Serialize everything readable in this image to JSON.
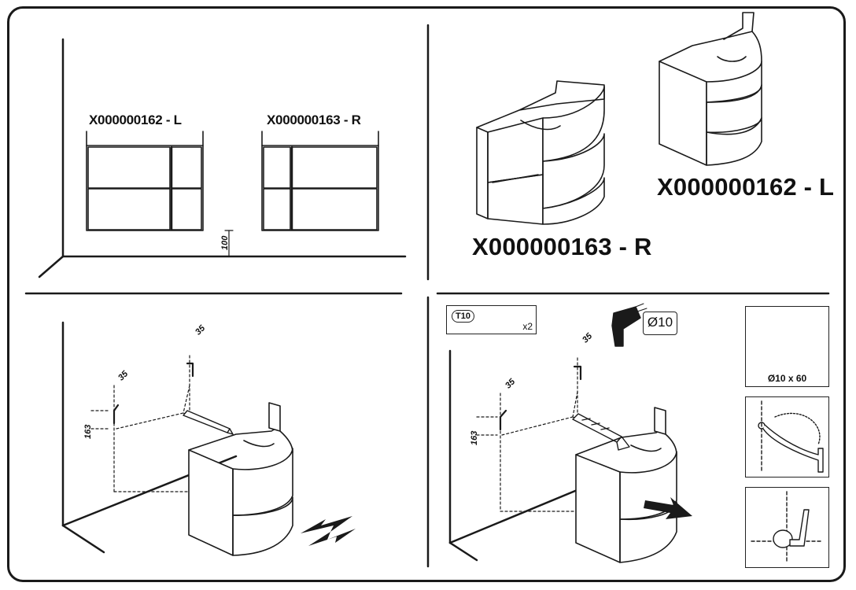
{
  "diagram": {
    "top_left": {
      "left_variant_label": "X000000162 - L",
      "right_variant_label": "X000000163 - R",
      "floor_clearance": "100"
    },
    "top_right": {
      "right_model_label": "X000000163 - R",
      "left_model_label": "X000000162 - L"
    },
    "bottom_left": {
      "offset_a": "35",
      "offset_b": "35",
      "height": "163"
    },
    "bottom_right": {
      "offset_a": "35",
      "offset_b": "35",
      "height": "163",
      "tool_bit": "T10",
      "hardware_qty": "x2",
      "drill_diameter": "Ø10",
      "anchor_size": "Ø10 x 60"
    }
  }
}
